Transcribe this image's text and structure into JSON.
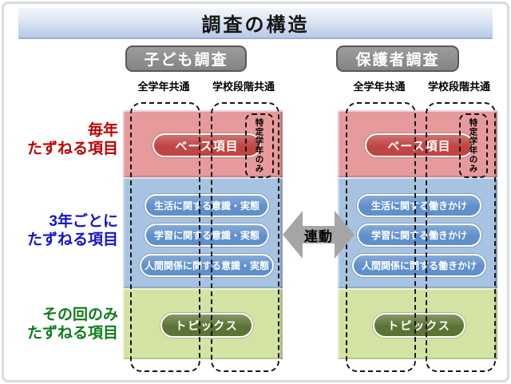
{
  "page": {
    "title": "調査の構造"
  },
  "legend": {
    "rows": [
      {
        "line1": "毎年",
        "line2": "たずねる項目",
        "color": "#c00000"
      },
      {
        "line1": "3年ごとに",
        "line2": "たずねる項目",
        "color": "#1414cc"
      },
      {
        "line1": "その回のみ",
        "line2": "たずねる項目",
        "color": "#0e7d1a"
      }
    ]
  },
  "link_label": "連動",
  "columns": [
    {
      "header": "子ども調査",
      "group_labels": [
        "全学年共通",
        "学校段階共通"
      ],
      "annual": {
        "base_label": "ベース項目",
        "specific_note": "特定学年のみ"
      },
      "triennial": [
        "生活に関する意識・実態",
        "学習に関する意識・実態",
        "人間関係に関する意識・実態"
      ],
      "topics": "トピックス"
    },
    {
      "header": "保護者調査",
      "group_labels": [
        "全学年共通",
        "学校段階共通"
      ],
      "annual": {
        "base_label": "ベース項目",
        "specific_note": "特定学年のみ"
      },
      "triennial": [
        "生活に関する働きかけ",
        "学習に関する働きかけ",
        "人間関係に関する働きかけ"
      ],
      "topics": "トピックス"
    }
  ],
  "colors": {
    "annual_block": "#e69a9b",
    "annual_badge": "#c04543",
    "triennial_block": "#a8c3e2",
    "triennial_badge": "#5f90cb",
    "topics_block": "#d3e3a4",
    "topics_badge": "#5c7433",
    "header_pill": "#8c8c8c",
    "arrow": "#a5a5a5",
    "title_bar": "#b7cae6"
  }
}
